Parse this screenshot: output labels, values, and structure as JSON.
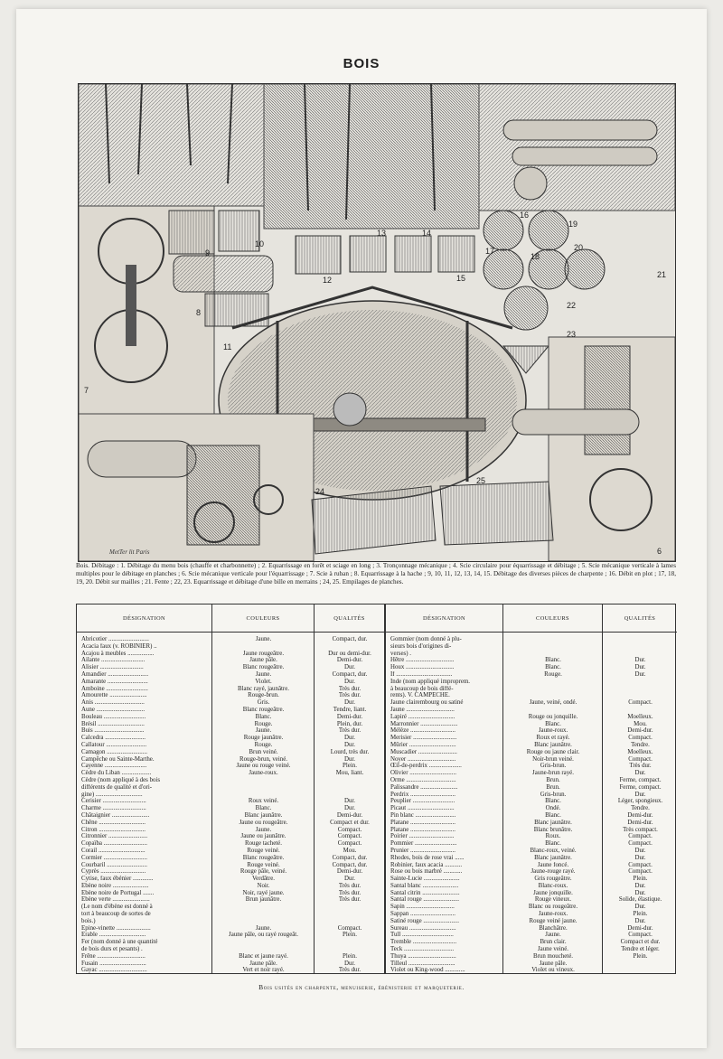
{
  "page": {
    "title": "BOIS"
  },
  "plate": {
    "labels": [
      "6",
      "7",
      "8",
      "9",
      "10",
      "11",
      "12",
      "13",
      "14",
      "15",
      "16",
      "17",
      "18",
      "19",
      "20",
      "21",
      "22",
      "23",
      "24",
      "25"
    ],
    "signature": "MetTer lit Paris"
  },
  "caption": "Bois. Débitage : 1. Débitage du menu bois (chauffe et charbonnette) ; 2. Equarrissage en forêt et sciage en long ; 3. Tronçonnage mécanique ; 4. Scie circulaire pour équarrissage et débitage ; 5. Scie mécanique verticale à lames multiples pour le débitage en planches ; 6. Scie mécanique verticale pour l'équarrissage ; 7. Scie à ruban ; 8. Equarrissage à la hache ; 9, 10, 11, 12, 13, 14, 15. Débitage des diverses pièces de charpente ; 16. Débit en plot ; 17, 18, 19, 20. Débit sur mailles ; 21. Fente ; 22, 23. Equarrissage et débitage d'une bille en merrains ; 24, 25. Empilages de planches.",
  "table": {
    "headers": {
      "designation": "Désignation",
      "couleurs": "Couleurs",
      "qualites": "Qualités"
    },
    "left": {
      "designation": [
        "Abricotier ..........................",
        "Acacia faux (v. ROBINIER) ..",
        "Acajou à meubles .................",
        "Ailante ............................",
        "Alisier ............................",
        "Amandier ..........................",
        "Amarante ..........................",
        "Amboine ...........................",
        "Amourette ........................",
        "Anis ................................",
        "Aune ...............................",
        "Bouleau ...........................",
        "Brésil ..............................",
        "Buis ................................",
        "Calcedra ..........................",
        "Callatour ..........................",
        "Camagon ..........................",
        "Campêche ou Sainte-Marthe.",
        "Cayenne ...........................",
        "Cèdre du Liban ...................",
        "Cèdre (nom appliqué à des bois",
        "  différents de qualité et d'ori-",
        "  gine) ..............................",
        "Cerisier ............................",
        "Charme ............................",
        "Châtaignier ........................",
        "Chêne ..............................",
        "Citron ..............................",
        "Citronnier .........................",
        "Copaïba ............................",
        "Corail ..............................",
        "Cormier ............................",
        "Courbaril ..........................",
        "Cyprès .............................",
        "Cytise, faux ébénier .............",
        "Ébène noire .......................",
        "Ébène noire de Portugal .......",
        "Ébène verte ........................",
        "  (Le nom d'ébène est donné à",
        "  tort à beaucoup de sortes de",
        "  bois.)",
        "Épine-vinette ......................",
        "Érable ..............................",
        "Fer (nom donné à une quantité",
        "  de bois durs et pesants) .",
        "Frêne ...............................",
        "Fusain ..............................",
        "Gayac ..............................."
      ],
      "couleurs": [
        "Jaune.",
        "",
        "Jaune rougeâtre.",
        "Jaune pâle.",
        "Blanc rougeâtre.",
        "Jaune.",
        "Violet.",
        "Blanc rayé, jaunâtre.",
        "Rouge-brun.",
        "Gris.",
        "Blanc rougeâtre.",
        "Blanc.",
        "Rouge.",
        "Jaune.",
        "Rouge jaunâtre.",
        "Rouge.",
        "Brun veiné.",
        "Rouge-brun, veiné.",
        "Jaune ou rouge veiné.",
        "Jaune-roux.",
        "",
        "",
        "",
        "Roux veiné.",
        "Blanc.",
        "Blanc jaunâtre.",
        "Jaune ou rougeâtre.",
        "Jaune.",
        "Jaune ou jaunâtre.",
        "Rouge tacheté.",
        "Rouge veiné.",
        "Blanc rougeâtre.",
        "Rouge veiné.",
        "Rouge pâle, veiné.",
        "Verdâtre.",
        "Noir.",
        "Noir, rayé jaune.",
        "Brun jaunâtre.",
        "",
        "",
        "",
        "Jaune.",
        "Jaune pâle, ou rayé rougeât.",
        "",
        "",
        "Blanc et jaune rayé.",
        "Jaune pâle.",
        "Vert et noir rayé."
      ],
      "qualites": [
        "Compact, dur.",
        "",
        "Dur ou demi-dur.",
        "Demi-dur.",
        "Dur.",
        "Compact, dur.",
        "Dur.",
        "Très dur.",
        "Très dur.",
        "Dur.",
        "Tendre, liant.",
        "Demi-dur.",
        "Plein, dur.",
        "Très dur.",
        "Dur.",
        "Dur.",
        "Lourd, très dur.",
        "Dur.",
        "Plein.",
        "Mou, liant.",
        "",
        "",
        "",
        "Dur.",
        "Dur.",
        "Demi-dur.",
        "Compact et dur.",
        "Compact.",
        "Compact.",
        "Compact.",
        "Mou.",
        "Compact, dur.",
        "Compact, dur.",
        "Demi-dur.",
        "Dur.",
        "Très dur.",
        "Très dur.",
        "Très dur.",
        "",
        "",
        "",
        "Compact.",
        "Plein.",
        "",
        "",
        "Plein.",
        "Dur.",
        "Très dur."
      ]
    },
    "right": {
      "designation": [
        "Gommier (nom donné à plu-",
        "  sieurs bois d'origines di-",
        "  verses) .",
        "Hêtre ...............................",
        "Houx ...............................",
        "If ....................................",
        "Inde (nom appliqué improprem.",
        "  à beaucoup de bois diffé-",
        "  rents). V. CAMPÊCHE.",
        "Jaune clairembourg ou satiné",
        "Jaune ...............................",
        "Lapiré ..............................",
        "Marronnier ........................",
        "Mélèze .............................",
        "Merisier ............................",
        "Mûrier ..............................",
        "Muscadier .........................",
        "Noyer ...............................",
        "Œil-de-perdrix .....................",
        "Olivier ..............................",
        "Orme ................................",
        "Palissandre ........................",
        "Perdrix .............................",
        "Peuplier ...........................",
        "Picaut ..............................",
        "Pin blanc ..........................",
        "Platane .............................",
        "Platane .............................",
        "Poirier .............................",
        "Pommier ...........................",
        "Prunier .............................",
        "Rhodes, bois de rose vrai ......",
        "Robinier, faux acacia ...........",
        "Rose ou bois marbré ............",
        "Sainte-Lucie .......................",
        "Santal blanc .......................",
        "Santal citrin ........................",
        "Santal rouge .......................",
        "Sapin ...............................",
        "Sappan .............................",
        "Satiné rouge .......................",
        "Sureau ..............................",
        "Tull .................................",
        "Tremble ............................",
        "Teck ................................",
        "Thuya ...............................",
        "Tilleul ..............................",
        "Violet ou King-wood ............."
      ],
      "couleurs": [
        "",
        "",
        "",
        "Blanc.",
        "Blanc.",
        "Rouge.",
        "",
        "",
        "",
        "Jaune, veiné, ondé.",
        "",
        "Rouge ou jonquille.",
        "Blanc.",
        "Jaune-roux.",
        "Roux et rayé.",
        "Blanc jaunâtre.",
        "Rouge ou jaune clair.",
        "Noir-brun veiné.",
        "Gris-brun.",
        "Jaune-brun rayé.",
        "Brun.",
        "Brun.",
        "Gris-brun.",
        "Blanc.",
        "Ondé.",
        "Blanc.",
        "Blanc jaunâtre.",
        "Blanc brunâtre.",
        "Roux.",
        "Blanc.",
        "Blanc-roux, veiné.",
        "Blanc jaunâtre.",
        "Jaune foncé.",
        "Jaune-rouge rayé.",
        "Gris rougeâtre.",
        "Blanc-roux.",
        "Jaune jonquille.",
        "Rouge vineux.",
        "Blanc ou rougeâtre.",
        "Jaune-roux.",
        "Rouge veiné jaune.",
        "Blanchâtre.",
        "Jaune.",
        "Brun clair.",
        "Jaune veiné.",
        "Brun moucheté.",
        "Jaune pâle.",
        "Violet ou vineux."
      ],
      "qualites": [
        "",
        "",
        "",
        "Dur.",
        "Dur.",
        "Dur.",
        "",
        "",
        "",
        "Compact.",
        "",
        "Moelleux.",
        "Mou.",
        "Demi-dur.",
        "Compact.",
        "Tendre.",
        "Moelleux.",
        "Compact.",
        "Très dur.",
        "Dur.",
        "Ferme, compact.",
        "Ferme, compact.",
        "Dur.",
        "Léger, spongieux.",
        "Tendre.",
        "Demi-dur.",
        "Demi-dur.",
        "Très compact.",
        "Compact.",
        "Compact.",
        "Dur.",
        "Dur.",
        "Compact.",
        "Compact.",
        "Plein.",
        "Dur.",
        "Dur.",
        "Solide, élastique.",
        "Dur.",
        "Plein.",
        "Dur.",
        "Demi-dur.",
        "Compact.",
        "Compact et dur.",
        "Tendre et léger.",
        "Plein.",
        "",
        ""
      ]
    }
  },
  "footer": "Bois usités en charpente, menuiserie, ébénisterie et marqueterie."
}
